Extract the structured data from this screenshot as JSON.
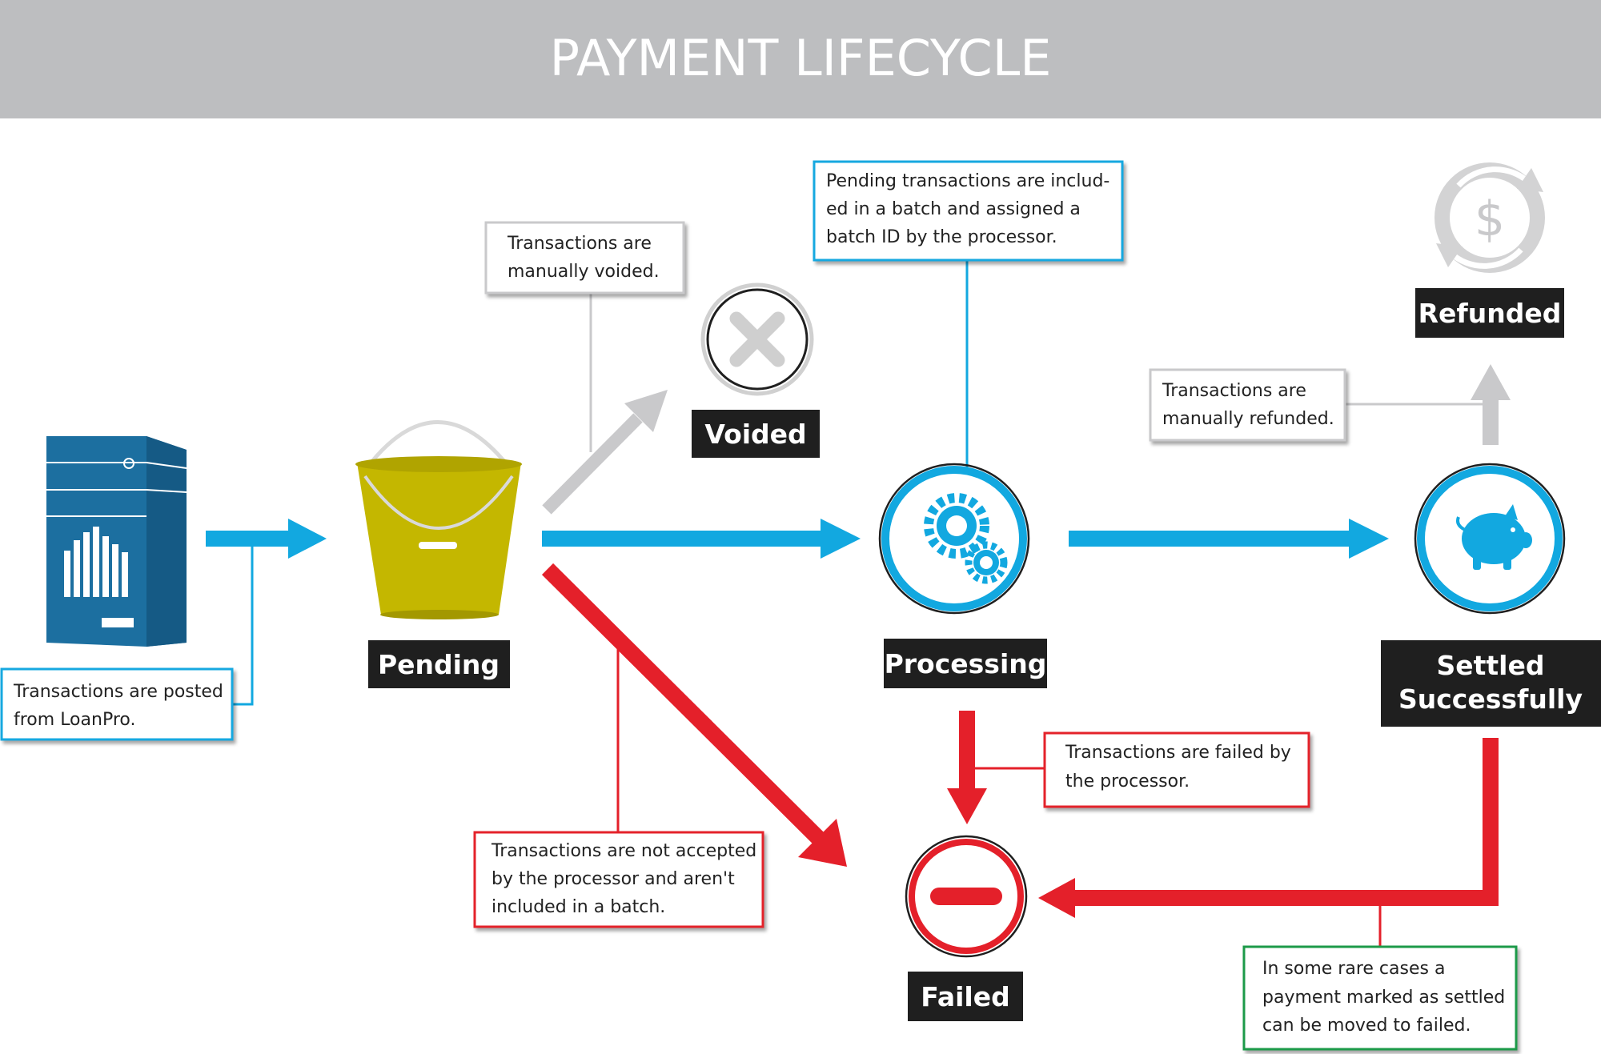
{
  "header": {
    "title": "PAYMENT LIFECYCLE"
  },
  "colors": {
    "header_bg": "#bdbec0",
    "blue": "#12a8e0",
    "red": "#e4202a",
    "gray": "#c9c9cb",
    "green": "#1f9a48",
    "label_bg": "#1f1f1f",
    "bucket": "#c4b700",
    "server": "#1c6fa0"
  },
  "stages": {
    "pending": "Pending",
    "voided": "Voided",
    "processing": "Processing",
    "refunded": "Refunded",
    "settled_line1": "Settled",
    "settled_line2": "Successfully",
    "failed": "Failed"
  },
  "notes": {
    "posted": [
      "Transactions are posted",
      "from LoanPro."
    ],
    "voided": [
      "Transactions are",
      "manually voided."
    ],
    "processing": [
      "Pending transactions are includ-",
      "ed in a batch and assigned a",
      "batch ID by the processor."
    ],
    "refunded": [
      "Transactions are",
      "manually refunded."
    ],
    "failed_by_processor": [
      "Transactions are failed by",
      "the processor."
    ],
    "not_accepted": [
      "Transactions are not accepted",
      "by the processor and aren't",
      "included in a batch."
    ],
    "rare_cases": [
      "In some rare cases a",
      "payment marked as settled",
      "can be moved to failed."
    ]
  },
  "icons": {
    "server": "server-icon",
    "bucket": "bucket-icon",
    "voided": "x-icon",
    "processing": "gears-icon",
    "settled": "piggy-bank-icon",
    "refunded": "dollar-refresh-icon",
    "failed": "minus-icon"
  }
}
